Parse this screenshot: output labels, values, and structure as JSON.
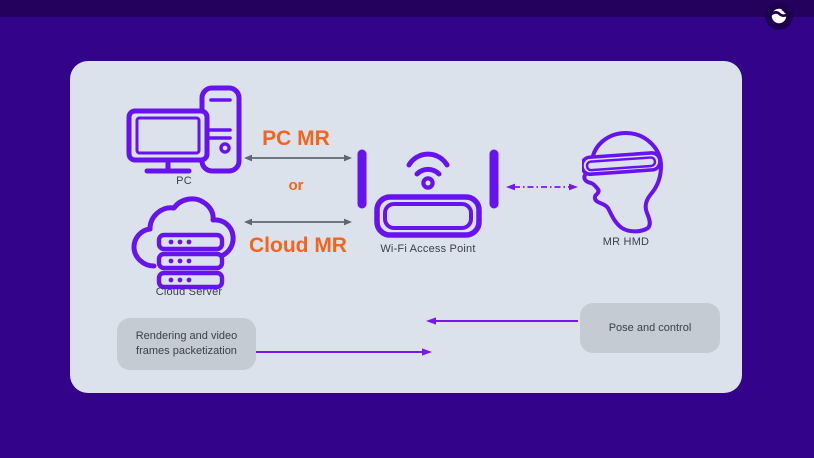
{
  "colors": {
    "background": "#330389",
    "top_strip": "#25015e",
    "panel": "#dce2eb",
    "icon_stroke": "#6713f0",
    "accent_orange": "#f4641c",
    "arrow_gray": "#5f6672",
    "arrow_purple": "#7519ea",
    "callout_fill": "#c5cbd3",
    "label_text": "#3b414b"
  },
  "header": {
    "logo": "swirl-logo"
  },
  "nodes": {
    "pc": {
      "label": "PC"
    },
    "cloud_server": {
      "label": "Cloud Server"
    },
    "wifi_ap": {
      "label": "Wi-Fi Access Point"
    },
    "mr_hmd": {
      "label": "MR HMD"
    }
  },
  "links": {
    "pc_mr": "PC MR",
    "or": "or",
    "cloud_mr": "Cloud MR"
  },
  "callouts": {
    "rendering": "Rendering and video frames packetization",
    "pose": "Pose and control"
  }
}
